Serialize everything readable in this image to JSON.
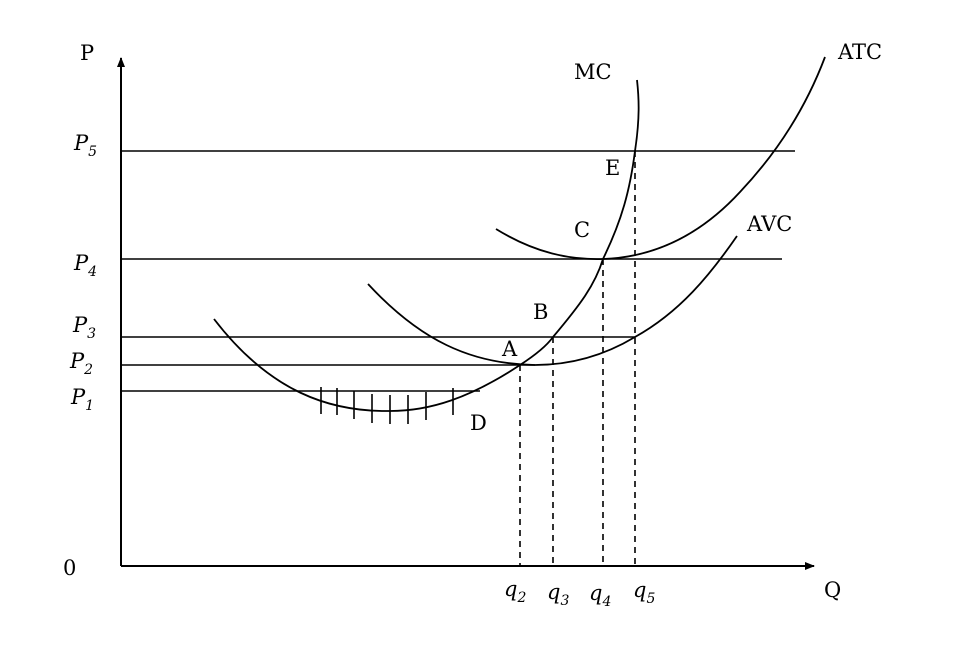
{
  "axes": {
    "y_label": "P",
    "x_label": "Q",
    "origin": "0"
  },
  "price_levels": [
    {
      "base": "P",
      "sub": "5"
    },
    {
      "base": "P",
      "sub": "4"
    },
    {
      "base": "P",
      "sub": "3"
    },
    {
      "base": "P",
      "sub": "2"
    },
    {
      "base": "P",
      "sub": "1"
    }
  ],
  "quantities": [
    {
      "base": "q",
      "sub": "2"
    },
    {
      "base": "q",
      "sub": "3"
    },
    {
      "base": "q",
      "sub": "4"
    },
    {
      "base": "q",
      "sub": "5"
    }
  ],
  "curves": {
    "mc": "MC",
    "atc": "ATC",
    "avc": "AVC"
  },
  "points": {
    "a": "A",
    "b": "B",
    "c": "C",
    "d": "D",
    "e": "E"
  },
  "colors": {
    "ink": "#000000",
    "background": "#ffffff"
  }
}
